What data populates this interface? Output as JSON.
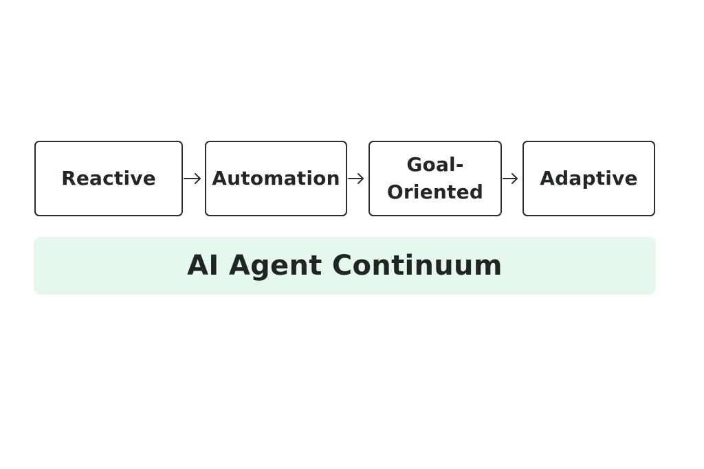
{
  "diagram": {
    "stages": [
      {
        "label": "Reactive"
      },
      {
        "label": "Automation"
      },
      {
        "label": "Goal-\nOriented"
      },
      {
        "label": "Adaptive"
      }
    ],
    "banner": {
      "title": "AI Agent Continuum"
    }
  },
  "colors": {
    "box_border": "#2a2d2b",
    "box_fill": "#ffffff",
    "text": "#222624",
    "arrow": "#2a2d2b",
    "banner_fill": "#e6f7ee"
  }
}
